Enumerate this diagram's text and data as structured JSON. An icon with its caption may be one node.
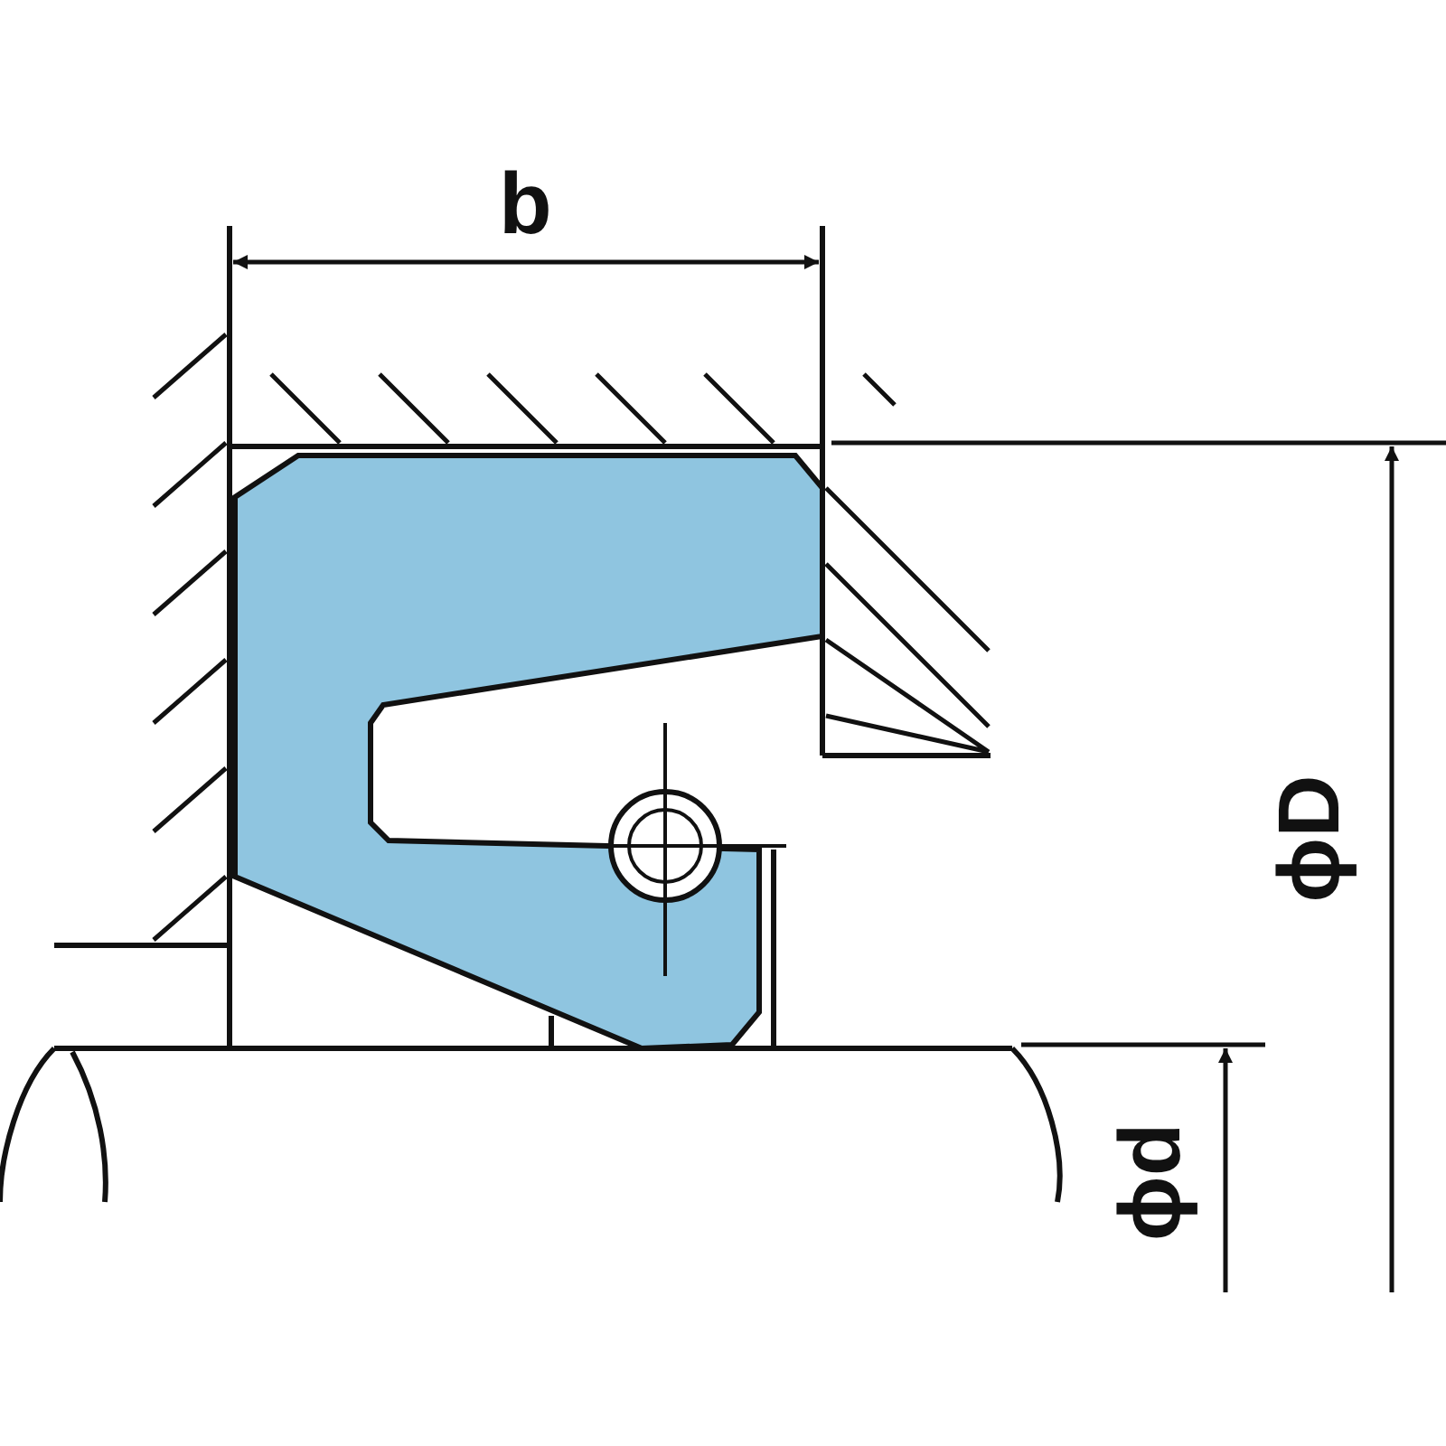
{
  "diagram": {
    "labels": [
      "b",
      "ϕD",
      "ϕd"
    ]
  }
}
